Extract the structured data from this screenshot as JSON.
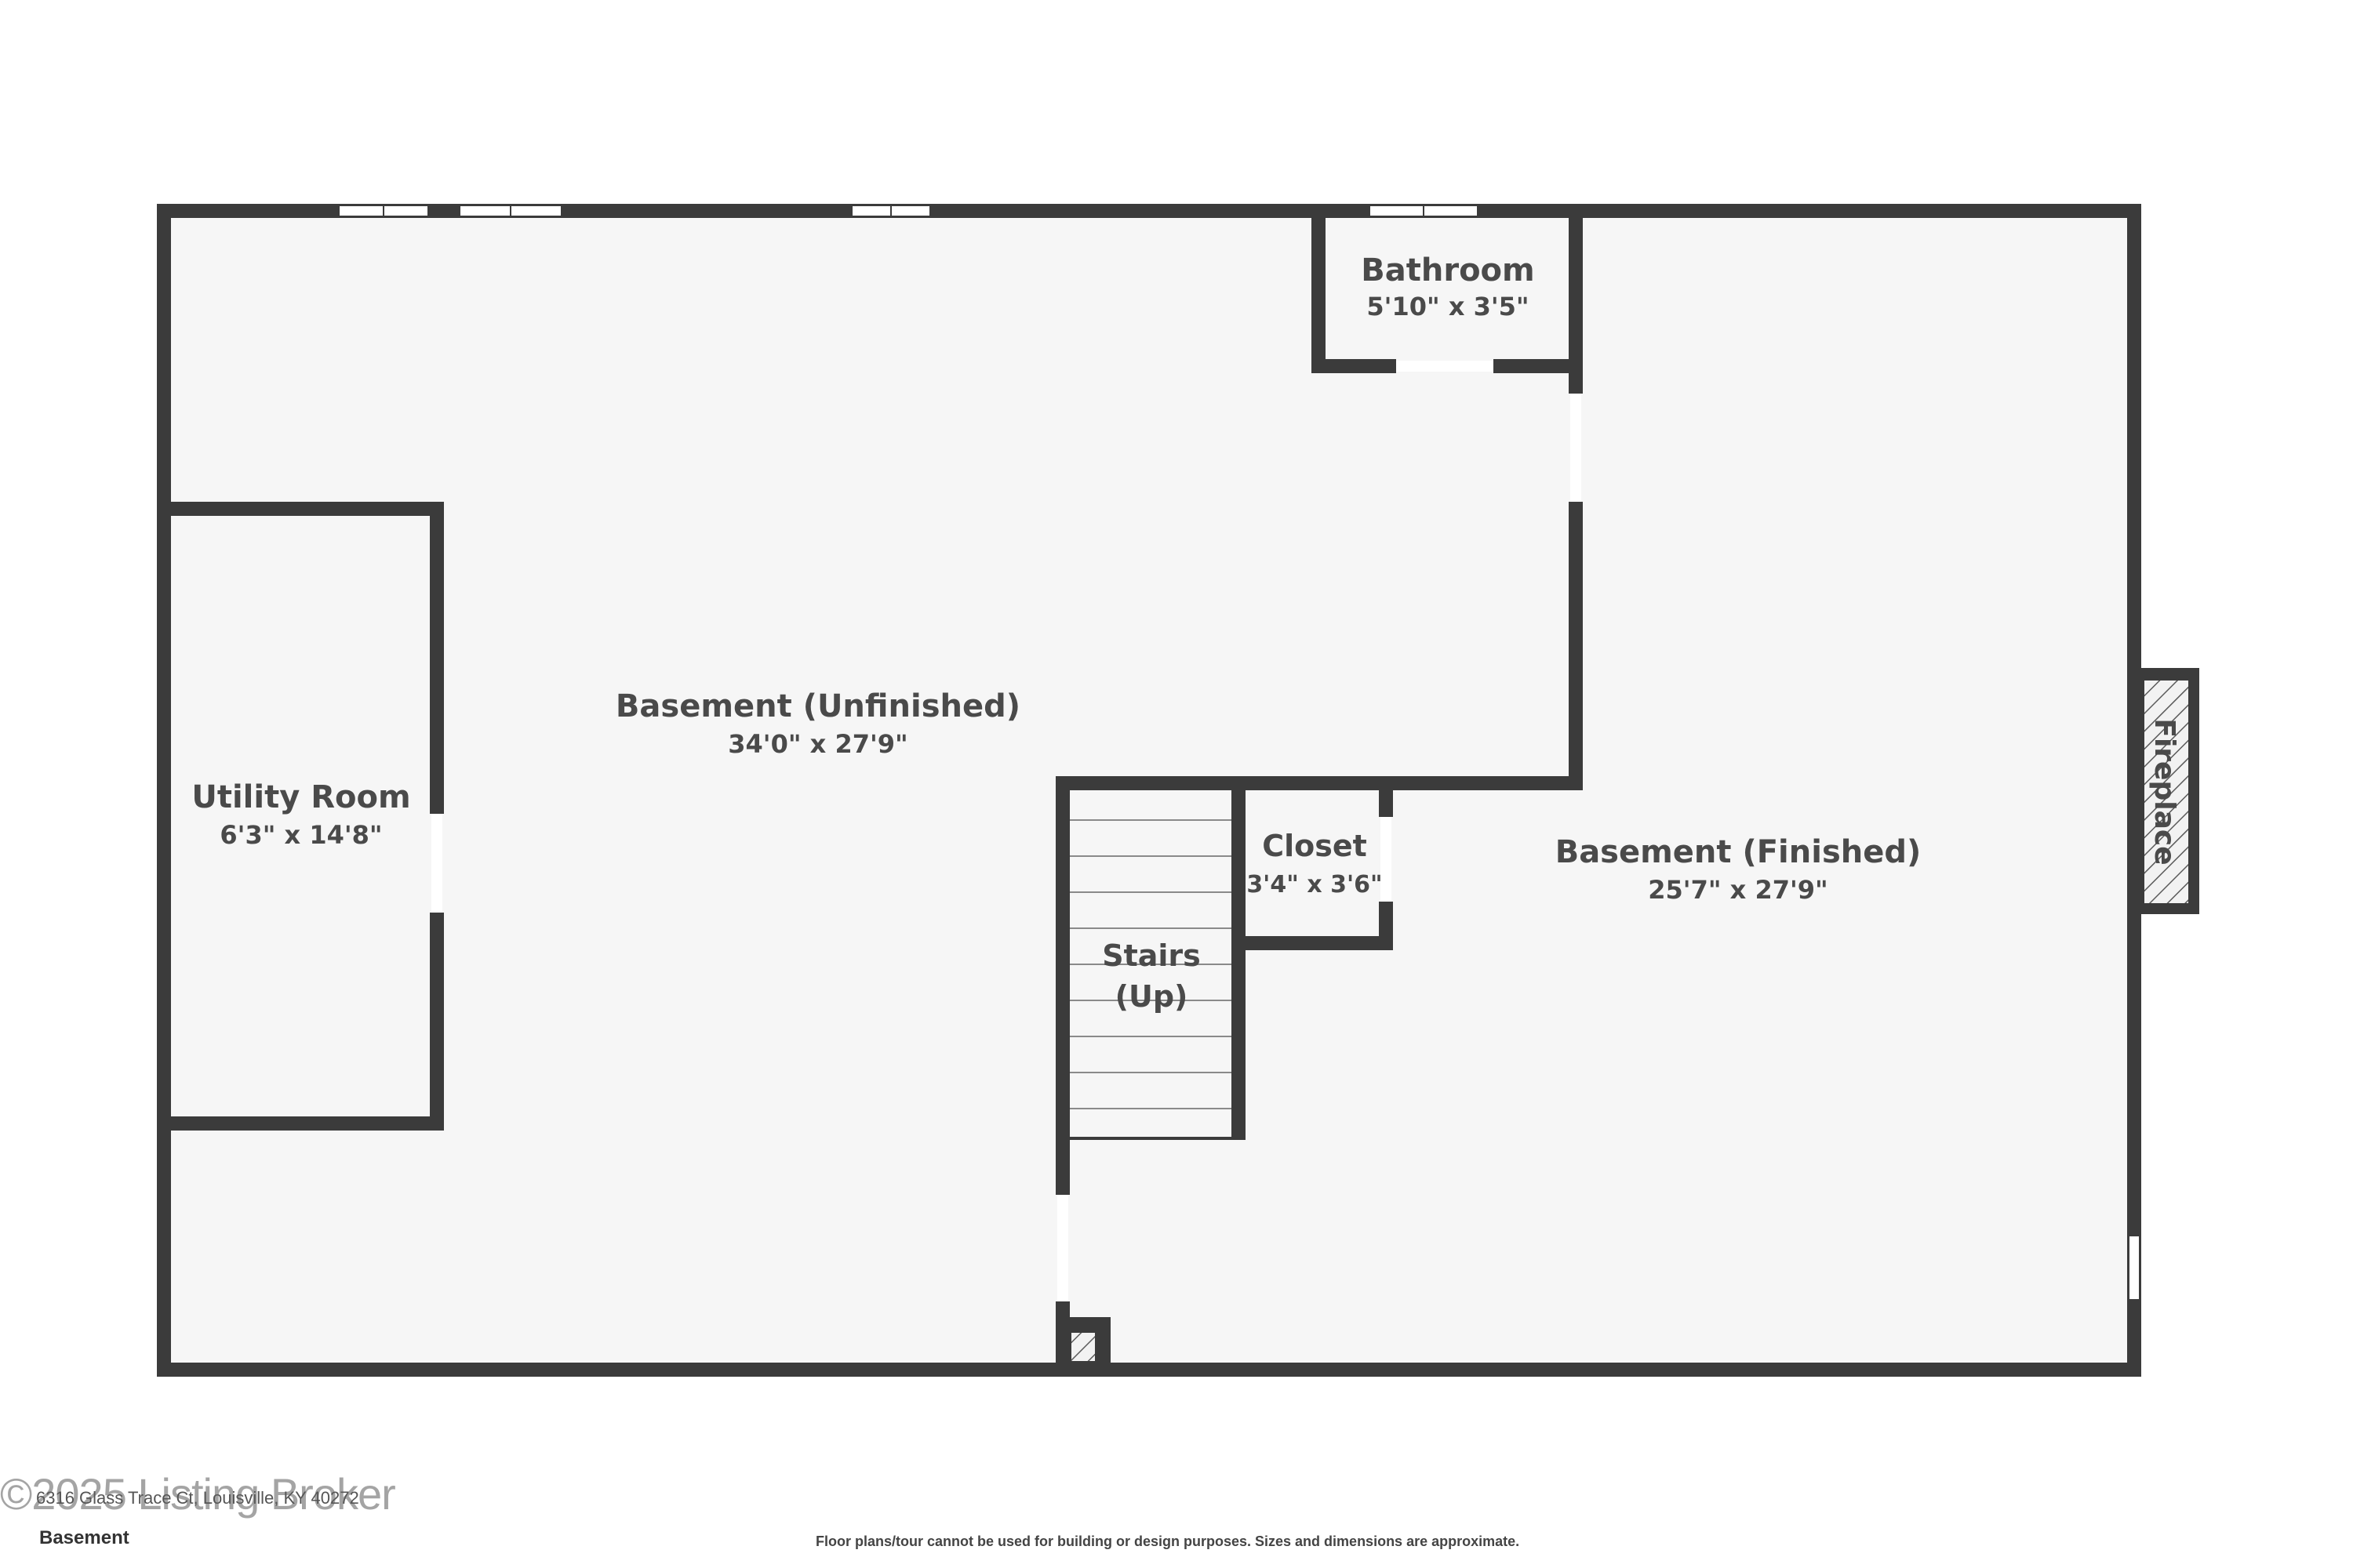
{
  "colors": {
    "wall": "#3b3b3b",
    "floor": "#f6f6f6",
    "window": "#ffffff",
    "text": "#4a4a4a"
  },
  "rooms": {
    "basement_unfinished": {
      "name": "Basement (Unfinished)",
      "dims": "34'0\" x 27'9\""
    },
    "basement_finished": {
      "name": "Basement (Finished)",
      "dims": "25'7\" x 27'9\""
    },
    "utility_room": {
      "name": "Utility Room",
      "dims": "6'3\" x 14'8\""
    },
    "bathroom": {
      "name": "Bathroom",
      "dims": "5'10\" x 3'5\""
    },
    "closet": {
      "name": "Closet",
      "dims": "3'4\" x 3'6\""
    },
    "stairs": {
      "name_line1": "Stairs",
      "name_line2": "(Up)"
    },
    "fireplace": {
      "name": "Fireplace"
    }
  },
  "footer": {
    "address": "6316 Glass Trace Ct, Louisville, KY 40272",
    "watermark": "©2025 Listing Broker",
    "floor_name": "Basement",
    "disclaimer": "Floor plans/tour cannot be used for building or design purposes. Sizes and dimensions are approximate."
  }
}
